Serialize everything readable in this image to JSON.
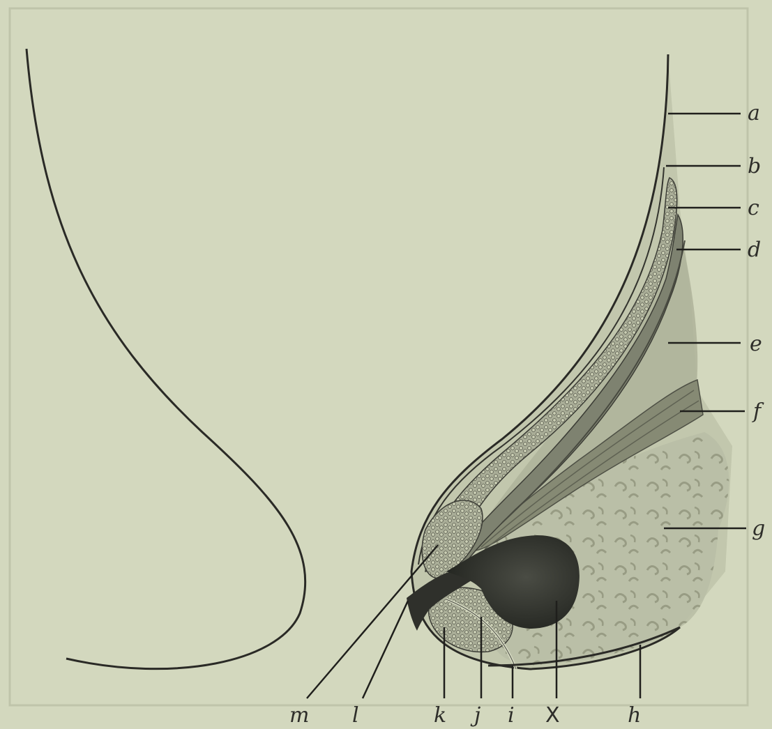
{
  "labels": {
    "a": "a",
    "b": "b",
    "c": "c",
    "d": "d",
    "e": "e",
    "f": "f",
    "g": "g",
    "h": "h",
    "i": "i",
    "j": "j",
    "k": "k",
    "l": "l",
    "m": "m",
    "X": "X"
  }
}
